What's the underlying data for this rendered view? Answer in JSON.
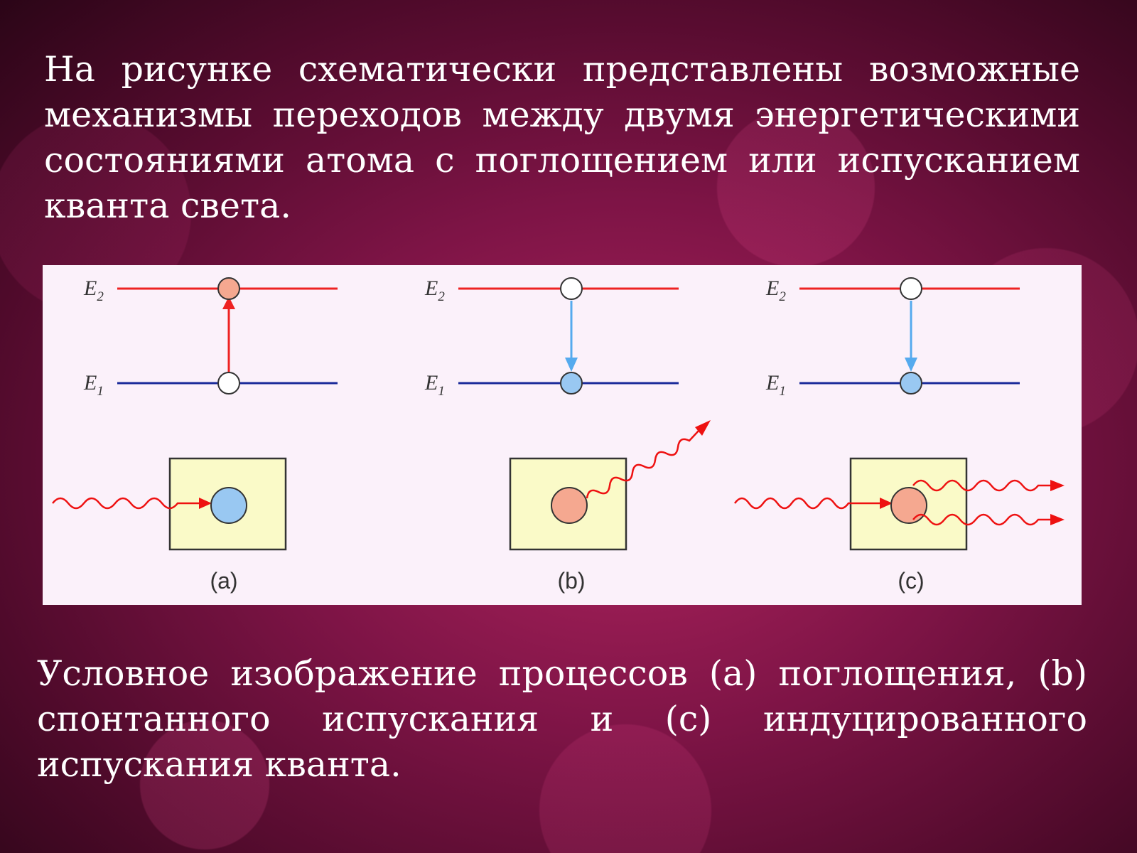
{
  "slide": {
    "intro_text": "На рисунке схематически представлены возможные механизмы переходов между двумя энергетическими состояниями атома с поглощением или испусканием кванта света.",
    "caption_text": "Условное изображение процессов (a) поглощения, (b) спонтанного испускания и (c) индуцированного испускания кванта."
  },
  "figure": {
    "level_upper": "E",
    "level_upper_sub": "2",
    "level_lower": "E",
    "level_lower_sub": "1",
    "panels": [
      {
        "id": "a",
        "caption": "(a)",
        "process": "absorption"
      },
      {
        "id": "b",
        "caption": "(b)",
        "process": "spontaneous-emission"
      },
      {
        "id": "c",
        "caption": "(c)",
        "process": "stimulated-emission"
      }
    ]
  },
  "colors": {
    "upper_level": "#ee2222",
    "lower_level": "#1a2a9a",
    "absorb_arrow": "#ee2222",
    "emit_arrow": "#55aaee",
    "excited_atom": "#f5a890",
    "ground_atom": "#99c8f2",
    "photon": "#ee1111",
    "atom_box": "#fafac8",
    "panel_background": "#fbf1fa"
  }
}
